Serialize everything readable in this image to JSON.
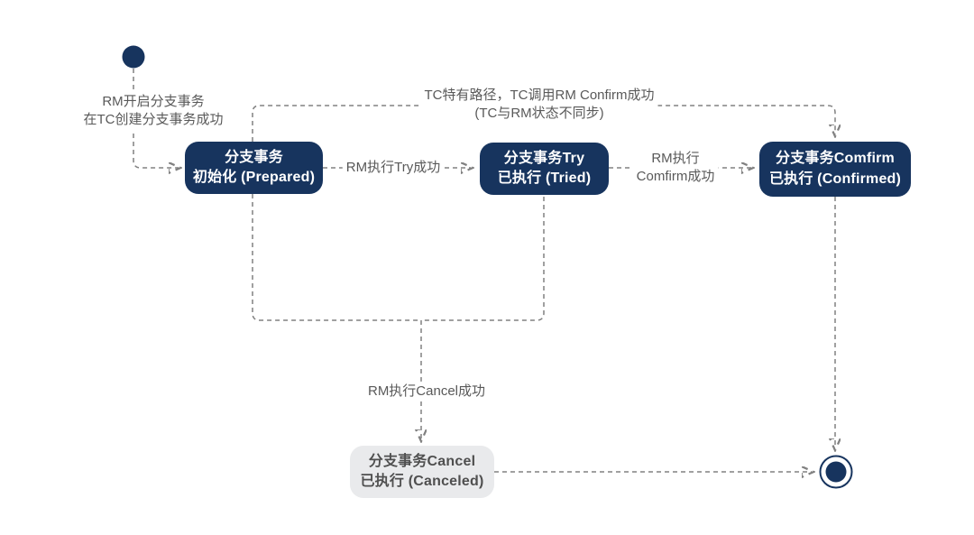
{
  "diagram": {
    "states": {
      "initial": {
        "name": "initial-state"
      },
      "prepared": {
        "line1": "分支事务",
        "line2": "初始化 (Prepared)"
      },
      "tried": {
        "line1": "分支事务Try",
        "line2": "已执行 (Tried)"
      },
      "confirmed": {
        "line1": "分支事务Comfirm",
        "line2": "已执行 (Confirmed)"
      },
      "canceled": {
        "line1": "分支事务Cancel",
        "line2": "已执行 (Canceled)"
      },
      "final": {
        "name": "final-state"
      }
    },
    "transitions": {
      "init_to_prepared": {
        "line1": "RM开启分支事务",
        "line2": "在TC创建分支事务成功"
      },
      "prepared_to_tried": {
        "label": "RM执行Try成功"
      },
      "tried_to_confirmed": {
        "line1": "RM执行",
        "line2": "Comfirm成功"
      },
      "tc_direct_confirm": {
        "line1": "TC特有路径，TC调用RM Confirm成功",
        "line2": "(TC与RM状态不同步)"
      },
      "to_canceled": {
        "label": "RM执行Cancel成功"
      }
    },
    "colors": {
      "state_fill": "#17345e",
      "state_text": "#ffffff",
      "canceled_fill": "#e9eaec",
      "canceled_text": "#4f4f4f",
      "edge": "#818181",
      "arrow": "#4a4a4a",
      "label_text": "#595959",
      "bg": "#ffffff"
    }
  }
}
